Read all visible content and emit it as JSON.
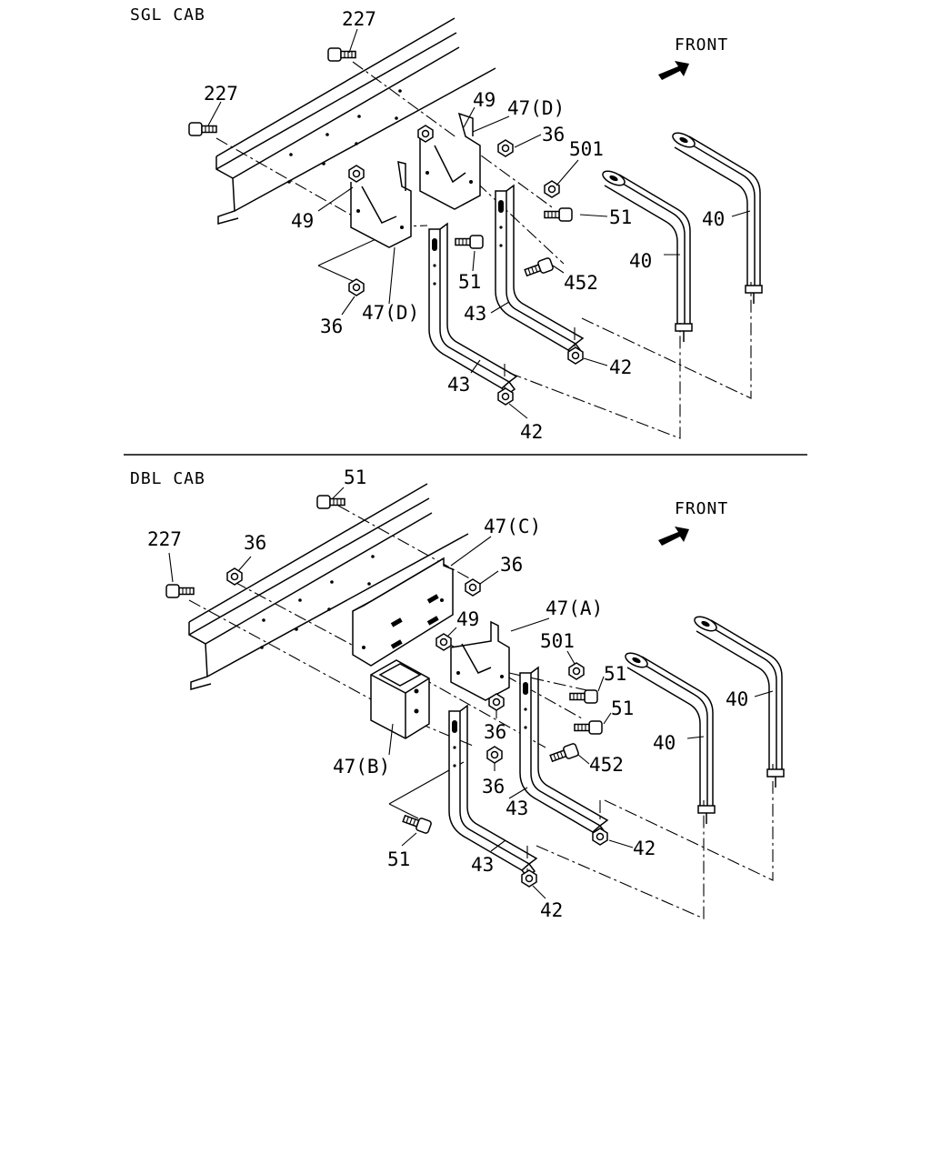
{
  "sections": {
    "sgl": {
      "title": "SGL CAB",
      "front": "FRONT"
    },
    "dbl": {
      "title": "DBL CAB",
      "front": "FRONT"
    }
  },
  "labels": {
    "sgl": {
      "bolt_227_top": "227",
      "bolt_227_left": "227",
      "washer_49_top": "49",
      "bracket_47d_top": "47(D)",
      "nut_36_top": "36",
      "bolt_501": "501",
      "bolt_51_right": "51",
      "strap_40_right": "40",
      "strap_40_left": "40",
      "washer_49_left": "49",
      "bolt_51_mid": "51",
      "pin_452": "452",
      "bracket_47d_bottom": "47(D)",
      "nut_36_bottom": "36",
      "bracket_43_right": "43",
      "nut_42_right": "42",
      "bracket_43_left": "43",
      "nut_42_left": "42"
    },
    "dbl": {
      "bolt_51_top": "51",
      "bolt_227": "227",
      "nut_36_left": "36",
      "bracket_47c": "47(C)",
      "nut_36_top": "36",
      "bracket_47a": "47(A)",
      "washer_49": "49",
      "bolt_501": "501",
      "bolt_51_upper": "51",
      "bolt_51_lower": "51",
      "strap_40_right": "40",
      "strap_40_left": "40",
      "pin_452": "452",
      "nut_36_mid1": "36",
      "nut_36_mid2": "36",
      "bracket_47b": "47(B)",
      "bracket_43_right": "43",
      "nut_42_right": "42",
      "bolt_51_bottom": "51",
      "bracket_43_left": "43",
      "nut_42_left": "42"
    }
  }
}
